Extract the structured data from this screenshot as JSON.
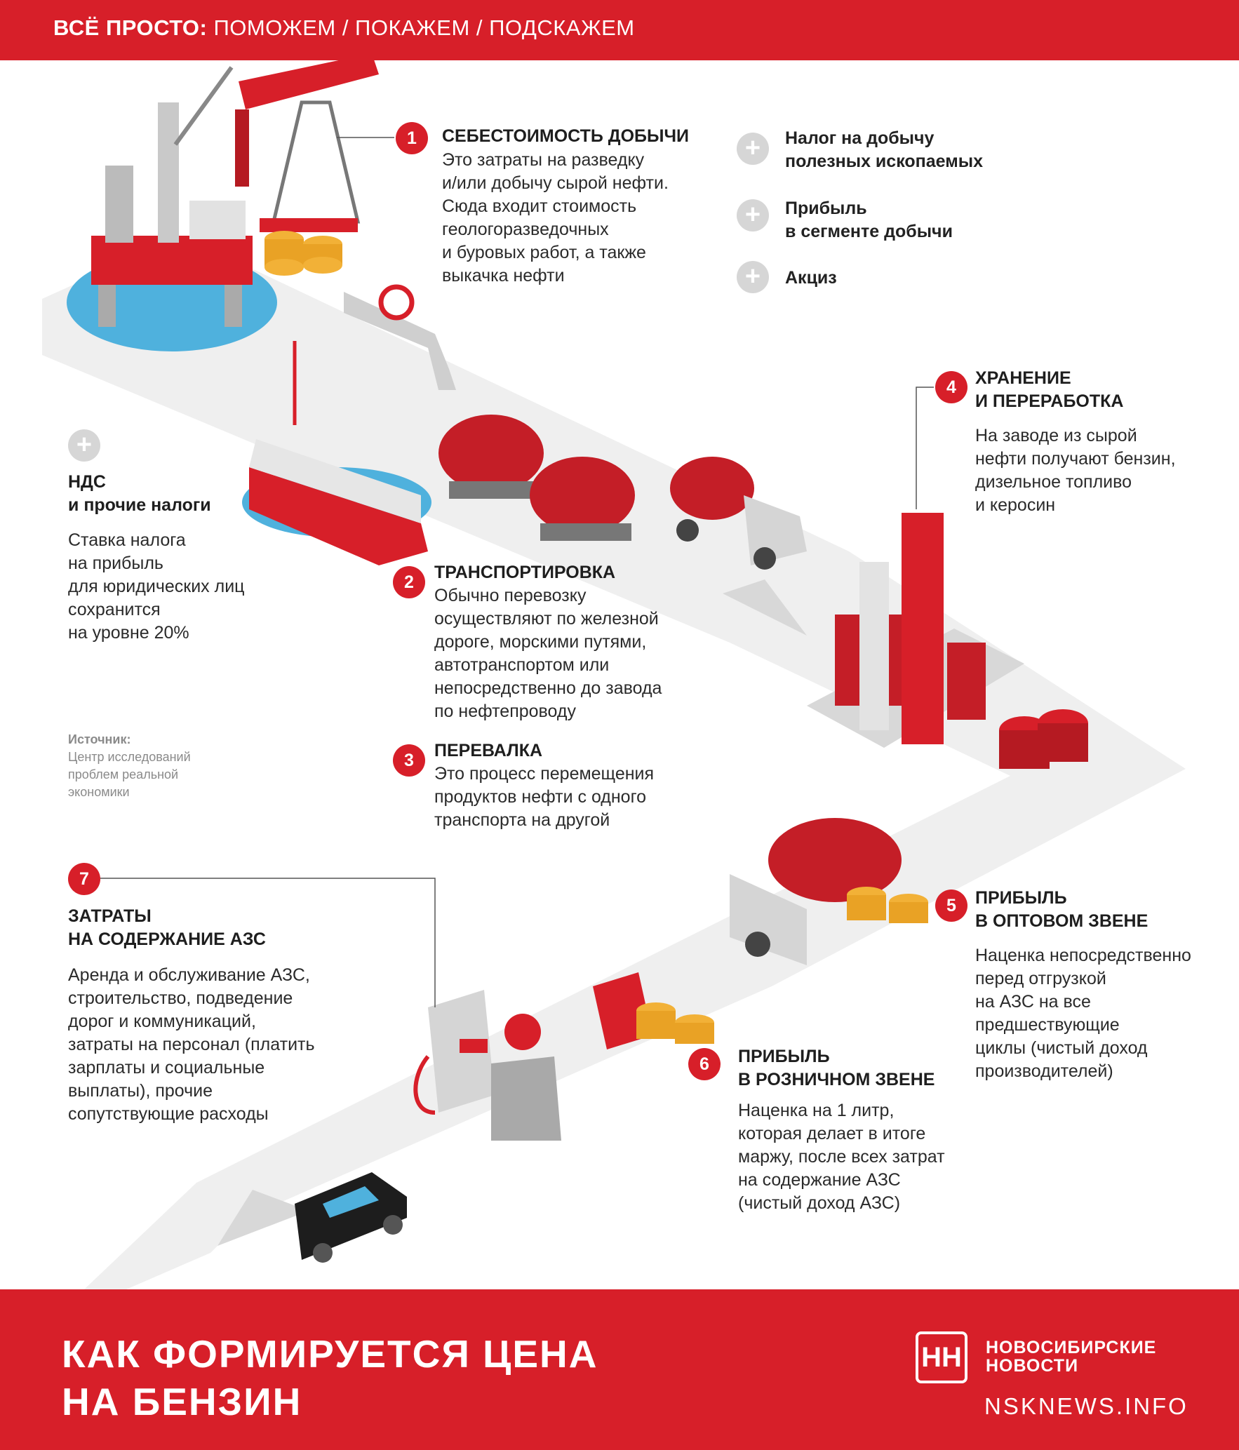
{
  "header": {
    "bold": "ВСЁ ПРОСТО:",
    "rest": " ПОМОЖЕМ / ПОКАЖЕМ / ПОДСКАЖЕМ"
  },
  "steps": [
    {
      "num": "1",
      "title": "СЕБЕСТОИМОСТЬ ДОБЫЧИ",
      "text": "Это затраты на разведку\nи/или добычу сырой нефти.\nСюда входит стоимость\nгеологоразведочных\nи буровых работ, а также\nвыкачка нефти"
    },
    {
      "num": "2",
      "title": "ТРАНСПОРТИРОВКА",
      "text": "Обычно перевозку\nосуществляют по железной\nдороге, морскими путями,\nавтотранспортом или\nнепосредственно до завода\nпо нефтепроводу"
    },
    {
      "num": "3",
      "title": "ПЕРЕВАЛКА",
      "text": "Это процесс перемещения\nпродуктов нефти с одного\nтранспорта на другой"
    },
    {
      "num": "4",
      "title": "ХРАНЕНИЕ\nИ ПЕРЕРАБОТКА",
      "text": "На заводе из сырой\nнефти получают бензин,\nдизельное топливо\nи керосин"
    },
    {
      "num": "5",
      "title": "ПРИБЫЛЬ\nВ ОПТОВОМ ЗВЕНЕ",
      "text": "Наценка непосредственно\nперед отгрузкой\nна АЗС на все\nпредшествующие\nциклы (чистый доход\nпроизводителей)"
    },
    {
      "num": "6",
      "title": "ПРИБЫЛЬ\nВ РОЗНИЧНОМ ЗВЕНЕ",
      "text": "Наценка на 1 литр,\nкоторая делает в итоге\nмаржу, после всех затрат\nна содержание АЗС\n(чистый доход АЗС)"
    },
    {
      "num": "7",
      "title": "ЗАТРАТЫ\nНА СОДЕРЖАНИЕ АЗС",
      "text": "Аренда и обслуживание АЗС,\nстроительство, подведение\nдорог и коммуникаций,\nзатраты на персонал (платить\nзарплаты и социальные\nвыплаты), прочие\nсопутствующие расходы"
    }
  ],
  "taxes": [
    {
      "label": "Налог на добычу\nполезных ископаемых"
    },
    {
      "label": "Прибыль\nв сегменте добычи"
    },
    {
      "label": "Акциз"
    }
  ],
  "vat": {
    "title": "НДС\nи прочие налоги",
    "text": "Ставка налога\nна прибыль\nдля юридических лиц\nсохранится\nна уровне 20%"
  },
  "source": {
    "label": "Источник:",
    "text": "Центр исследований\nпроблем реальной\nэкономики"
  },
  "plus_sign": "+",
  "footer": {
    "title": "КАК ФОРМИРУЕТСЯ ЦЕНА\nНА БЕНЗИН",
    "brand": "НОВОСИБИРСКИЕ\nНОВОСТИ",
    "site": "NSKNEWS.INFO",
    "logo": "НН"
  },
  "colors": {
    "accent": "#d71f29",
    "gray_road": "#ececec"
  }
}
